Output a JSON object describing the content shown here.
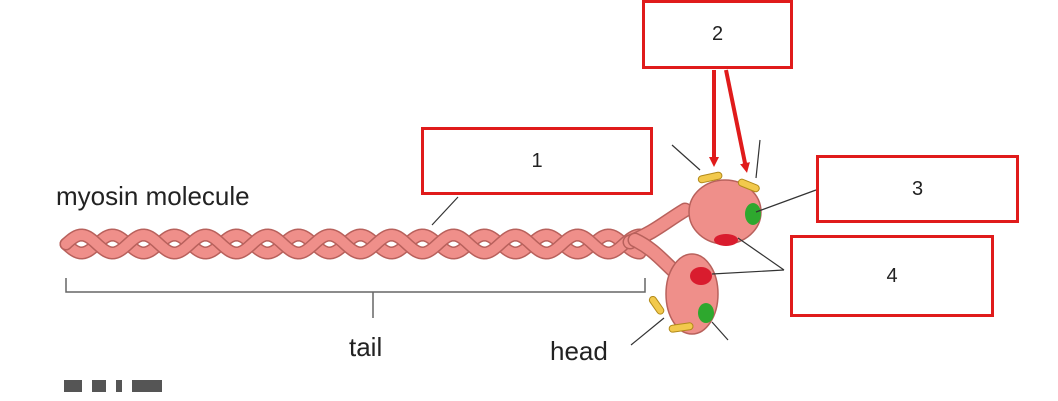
{
  "labels": {
    "molecule": "myosin molecule",
    "tail": "tail",
    "head": "head"
  },
  "answer_boxes": [
    {
      "number": "1"
    },
    {
      "number": "2"
    },
    {
      "number": "3"
    },
    {
      "number": "4"
    }
  ],
  "colors": {
    "box_border": "#e01b1b",
    "arrow": "#e01b1b",
    "strand_fill": "#ef8f8a",
    "strand_stroke": "#b8615c",
    "binding_site_green": "#2ea82e",
    "binding_site_red": "#d91c2e",
    "light_chain_yellow": "#f2c94c"
  }
}
